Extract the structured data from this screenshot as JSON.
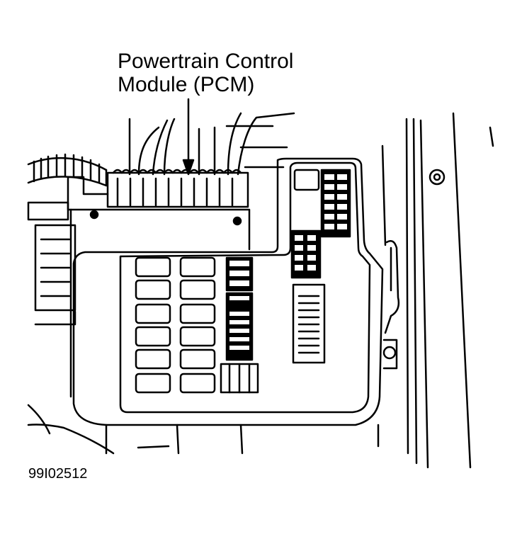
{
  "callout": {
    "line1": "Powertrain Control",
    "line2": "Module (PCM)"
  },
  "figure_id": "99I02512",
  "colors": {
    "ink": "#000000",
    "paper": "#ffffff"
  }
}
